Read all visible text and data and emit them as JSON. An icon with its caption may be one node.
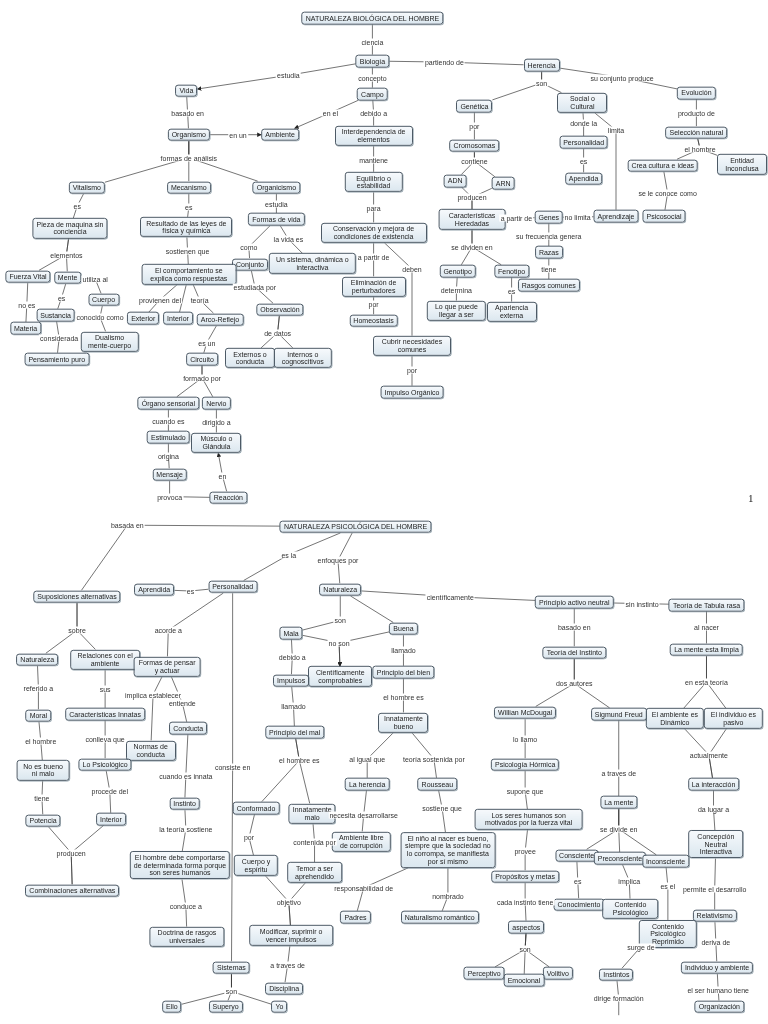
{
  "diagram": {
    "nodes": [
      {
        "text": [
          "NATURALEZA BIOLÓGICA DEL HOMBRE"
        ]
      },
      {
        "text": [
          "Biología"
        ]
      },
      {
        "text": [
          "Herencia"
        ]
      },
      {
        "text": [
          "Vida"
        ]
      },
      {
        "text": [
          "Campo"
        ]
      },
      {
        "text": [
          "Evolución"
        ]
      },
      {
        "text": [
          "Social o Cultural"
        ]
      },
      {
        "text": [
          "Genética"
        ]
      },
      {
        "text": [
          "Organismo"
        ]
      },
      {
        "text": [
          "Ambiente"
        ]
      },
      {
        "text": [
          "Interdependencia de elementos"
        ]
      },
      {
        "text": [
          "Personalidad"
        ]
      },
      {
        "text": [
          "Selección natural"
        ]
      },
      {
        "text": [
          "Cromosomas"
        ]
      },
      {
        "text": [
          "Crea cultura e ideas"
        ]
      },
      {
        "text": [
          "Entidad Inconclusa"
        ]
      },
      {
        "text": [
          "Apendida"
        ]
      },
      {
        "text": [
          "ADN"
        ]
      },
      {
        "text": [
          "ARN"
        ]
      },
      {
        "text": [
          "Equilibrio o estabilidad"
        ]
      },
      {
        "text": [
          "Vitalismo"
        ]
      },
      {
        "text": [
          "Mecanismo"
        ]
      },
      {
        "text": [
          "Organicismo"
        ]
      },
      {
        "text": [
          "Características Heredadas"
        ]
      },
      {
        "text": [
          "Genes"
        ]
      },
      {
        "text": [
          "Aprendizaje"
        ]
      },
      {
        "text": [
          "Psicosocial"
        ]
      },
      {
        "text": [
          "Formas de vida"
        ]
      },
      {
        "text": [
          "Pieza de maquina sin conciencia"
        ]
      },
      {
        "text": [
          "Resultado de las leyes de física y química"
        ]
      },
      {
        "text": [
          "Conservación y mejora de condiciones de existencia"
        ]
      },
      {
        "text": [
          "Razas"
        ]
      },
      {
        "text": [
          "Un sistema, dinámica o interactiva"
        ]
      },
      {
        "text": [
          "Conjunto"
        ]
      },
      {
        "text": [
          "Genotipo"
        ]
      },
      {
        "text": [
          "Fenotipo"
        ]
      },
      {
        "text": [
          "Fuerza Vital"
        ]
      },
      {
        "text": [
          "Mente"
        ]
      },
      {
        "text": [
          "El comportamiento se explica como respuestas"
        ]
      },
      {
        "text": [
          "Eliminación de perturbadores"
        ]
      },
      {
        "text": [
          "Rasgos comunes"
        ]
      },
      {
        "text": [
          "Cuerpo"
        ]
      },
      {
        "text": [
          "Observación"
        ]
      },
      {
        "text": [
          "Lo que puede llegar a ser"
        ]
      },
      {
        "text": [
          "Apariencia externa"
        ]
      },
      {
        "text": [
          "Sustancia"
        ]
      },
      {
        "text": [
          "Exterior"
        ]
      },
      {
        "text": [
          "Interior"
        ]
      },
      {
        "text": [
          "Arco-Reflejo"
        ]
      },
      {
        "text": [
          "Homeostasis"
        ]
      },
      {
        "text": [
          "Materia"
        ]
      },
      {
        "text": [
          "Dualismo mente-cuerpo"
        ]
      },
      {
        "text": [
          "Cubrir necesidades comunes"
        ]
      },
      {
        "text": [
          "Externos o conducta"
        ]
      },
      {
        "text": [
          "Internos o cognoscitivos"
        ]
      },
      {
        "text": [
          "Pensamiento puro"
        ]
      },
      {
        "text": [
          "Circuito"
        ]
      },
      {
        "text": [
          "Impulso Orgánico"
        ]
      },
      {
        "text": [
          "Órgano sensorial"
        ]
      },
      {
        "text": [
          "Nervio"
        ]
      },
      {
        "text": [
          "Estimulado"
        ]
      },
      {
        "text": [
          "Músculo o Glándula"
        ]
      },
      {
        "text": [
          "Mensaje"
        ]
      },
      {
        "text": [
          "Reacción"
        ]
      },
      {
        "text": [
          "NATURALEZA PSICOLÓGICA DEL HOMBRE"
        ]
      },
      {
        "text": [
          "Personalidad"
        ]
      },
      {
        "text": [
          "Aprendida"
        ]
      },
      {
        "text": [
          "Naturaleza"
        ]
      },
      {
        "text": [
          "Suposiciones alternativas"
        ]
      },
      {
        "text": [
          "Principio activo neutral"
        ]
      },
      {
        "text": [
          "Teoría de Tabula rasa"
        ]
      },
      {
        "text": [
          "Buena"
        ]
      },
      {
        "text": [
          "Mala"
        ]
      },
      {
        "text": [
          "Naturaleza"
        ]
      },
      {
        "text": [
          "Relaciones con el ambiente"
        ]
      },
      {
        "text": [
          "Formas de pensar y actuar"
        ]
      },
      {
        "text": [
          "Principio del bien"
        ]
      },
      {
        "text": [
          "Científicamente comprobables"
        ]
      },
      {
        "text": [
          "Impulsos"
        ]
      },
      {
        "text": [
          "La mente esta limpia"
        ]
      },
      {
        "text": [
          "Teoría del Instinto"
        ]
      },
      {
        "text": [
          "Willian McDougal"
        ]
      },
      {
        "text": [
          "Sigmund Freud"
        ]
      },
      {
        "text": [
          "Características Innatas"
        ]
      },
      {
        "text": [
          "Moral"
        ]
      },
      {
        "text": [
          "El ambiente es Dinámico"
        ]
      },
      {
        "text": [
          "El individuo es pasivo"
        ]
      },
      {
        "text": [
          "Innatamente bueno"
        ]
      },
      {
        "text": [
          "Conducta"
        ]
      },
      {
        "text": [
          "Principio del mal"
        ]
      },
      {
        "text": [
          "Normas de conducta"
        ]
      },
      {
        "text": [
          "Lo Psicológico"
        ]
      },
      {
        "text": [
          "Psicología Hórmica"
        ]
      },
      {
        "text": [
          "No es bueno ni malo"
        ]
      },
      {
        "text": [
          "La herencia"
        ]
      },
      {
        "text": [
          "Rousseau"
        ]
      },
      {
        "text": [
          "La interacción"
        ]
      },
      {
        "text": [
          "La mente"
        ]
      },
      {
        "text": [
          "Instinto"
        ]
      },
      {
        "text": [
          "Conformado"
        ]
      },
      {
        "text": [
          "Innatamente malo"
        ]
      },
      {
        "text": [
          "Los seres humanos son motivados por la fuerza vital"
        ]
      },
      {
        "text": [
          "Interior"
        ]
      },
      {
        "text": [
          "Potencia"
        ]
      },
      {
        "text": [
          "Ambiente libre de corrupción"
        ]
      },
      {
        "text": [
          "El niño al nacer es bueno, siempre que la sociedad no lo corrompa, se manifiesta por sí mismo"
        ]
      },
      {
        "text": [
          "Concepción Neutral Interactiva"
        ]
      },
      {
        "text": [
          "Consciente"
        ]
      },
      {
        "text": [
          "Preconsciente"
        ]
      },
      {
        "text": [
          "Inconsciente"
        ]
      },
      {
        "text": [
          "El hombre debe comportarse de determinada forma porque son seres humanos"
        ]
      },
      {
        "text": [
          "Cuerpo y espíritu"
        ]
      },
      {
        "text": [
          "Temor a ser aprehendido"
        ]
      },
      {
        "text": [
          "Propósitos y metas"
        ]
      },
      {
        "text": [
          "Combinaciones alternativas"
        ]
      },
      {
        "text": [
          "Conocimiento"
        ]
      },
      {
        "text": [
          "Contenido Psicológico"
        ]
      },
      {
        "text": [
          "Relativismo"
        ]
      },
      {
        "text": [
          "Padres"
        ]
      },
      {
        "text": [
          "Naturalismo romántico"
        ]
      },
      {
        "text": [
          "Contenido Psicológico Reprimido"
        ]
      },
      {
        "text": [
          "aspectos"
        ]
      },
      {
        "text": [
          "Doctrina de rasgos universales"
        ]
      },
      {
        "text": [
          "Modificar, suprimir o vencer impulsos"
        ]
      },
      {
        "text": [
          "Individuo y ambiente"
        ]
      },
      {
        "text": [
          "Sistemas"
        ]
      },
      {
        "text": [
          "Perceptivo"
        ]
      },
      {
        "text": [
          "Volitivo"
        ]
      },
      {
        "text": [
          "Emocional"
        ]
      },
      {
        "text": [
          "Instintos"
        ]
      },
      {
        "text": [
          "Disciplina"
        ]
      },
      {
        "text": [
          "Ello"
        ]
      },
      {
        "text": [
          "Superyo"
        ]
      },
      {
        "text": [
          "Yo"
        ]
      },
      {
        "text": [
          "Organización"
        ]
      }
    ],
    "edges": [
      {
        "from": 0,
        "to": 1,
        "arrow": "none",
        "label": "ciencia"
      },
      {
        "from": 1,
        "to": 3,
        "arrow": "to",
        "label": "estudia"
      },
      {
        "from": 1,
        "to": 4,
        "arrow": "none",
        "label": "concepto"
      },
      {
        "from": 1,
        "to": 2,
        "arrow": "none",
        "label": "partiendo de"
      },
      {
        "from": 3,
        "to": 8,
        "arrow": "none",
        "label": "basado en"
      },
      {
        "from": 8,
        "to": 9,
        "arrow": "to",
        "label": "en un"
      },
      {
        "from": 4,
        "to": 9,
        "arrow": "to",
        "label": "en el"
      },
      {
        "from": 4,
        "to": 10,
        "arrow": "none",
        "label": "debido a"
      },
      {
        "from": 10,
        "to": 19,
        "arrow": "none",
        "label": "mantiene"
      },
      {
        "from": 19,
        "to": 30,
        "arrow": "none",
        "label": "para"
      },
      {
        "from": 30,
        "to": 39,
        "arrow": "none",
        "label": "a partir de"
      },
      {
        "from": 30,
        "to": 52,
        "arrow": "none",
        "label": "deben"
      },
      {
        "from": 39,
        "to": 49,
        "arrow": "none",
        "label": "por"
      },
      {
        "from": 52,
        "to": 57,
        "arrow": "none",
        "label": "por"
      },
      {
        "from": 8,
        "to": 20,
        "arrow": "none",
        "label": "formas de análisis"
      },
      {
        "from": 8,
        "to": 21,
        "arrow": "none"
      },
      {
        "from": 8,
        "to": 22,
        "arrow": "none"
      },
      {
        "from": 20,
        "to": 28,
        "arrow": "none",
        "label": "es"
      },
      {
        "from": 21,
        "to": 29,
        "arrow": "none",
        "label": "es"
      },
      {
        "from": 22,
        "to": 27,
        "arrow": "none",
        "label": "estudia"
      },
      {
        "from": 28,
        "to": 36,
        "arrow": "none",
        "label": "elementos"
      },
      {
        "from": 28,
        "to": 37,
        "arrow": "none"
      },
      {
        "from": 37,
        "to": 41,
        "arrow": "none",
        "label": "utiliza al"
      },
      {
        "from": 36,
        "to": 50,
        "arrow": "none",
        "label": "no es"
      },
      {
        "from": 37,
        "to": 45,
        "arrow": "none",
        "label": "es"
      },
      {
        "from": 41,
        "to": 51,
        "arrow": "none",
        "label": "conocido como"
      },
      {
        "from": 45,
        "to": 55,
        "arrow": "none",
        "label": "considerada"
      },
      {
        "from": 29,
        "to": 38,
        "arrow": "none",
        "label": "sostienen que"
      },
      {
        "from": 38,
        "to": 46,
        "arrow": "none",
        "label": "provienen del"
      },
      {
        "from": 38,
        "to": 47,
        "arrow": "none"
      },
      {
        "from": 38,
        "to": 48,
        "arrow": "none",
        "label": "teoría"
      },
      {
        "from": 48,
        "to": 56,
        "arrow": "none",
        "label": "es un"
      },
      {
        "from": 56,
        "to": 58,
        "arrow": "none",
        "label": "formado por"
      },
      {
        "from": 56,
        "to": 59,
        "arrow": "none"
      },
      {
        "from": 58,
        "to": 60,
        "arrow": "none",
        "label": "cuando es"
      },
      {
        "from": 59,
        "to": 61,
        "arrow": "none",
        "label": "dirigido a"
      },
      {
        "from": 60,
        "to": 62,
        "arrow": "none",
        "label": "origina"
      },
      {
        "from": 62,
        "to": 63,
        "arrow": "none",
        "label": "provoca"
      },
      {
        "from": 63,
        "to": 61,
        "arrow": "to",
        "label": "en"
      },
      {
        "from": 27,
        "to": 33,
        "arrow": "none",
        "label": "como"
      },
      {
        "from": 27,
        "to": 32,
        "arrow": "none",
        "label": "la vida es"
      },
      {
        "from": 33,
        "to": 42,
        "arrow": "none",
        "label": "estudiada por"
      },
      {
        "from": 42,
        "to": 53,
        "arrow": "none",
        "label": "de datos"
      },
      {
        "from": 42,
        "to": 54,
        "arrow": "none"
      },
      {
        "from": 2,
        "to": 7,
        "arrow": "none",
        "label": "son"
      },
      {
        "from": 2,
        "to": 6,
        "arrow": "none"
      },
      {
        "from": 2,
        "to": 5,
        "arrow": "none",
        "label": "su conjunto produce"
      },
      {
        "from": 7,
        "to": 13,
        "arrow": "none",
        "label": "por"
      },
      {
        "from": 13,
        "to": 17,
        "arrow": "none",
        "label": "contiene"
      },
      {
        "from": 13,
        "to": 18,
        "arrow": "none"
      },
      {
        "from": 17,
        "to": 23,
        "arrow": "none",
        "label": "producen"
      },
      {
        "from": 18,
        "to": 23,
        "arrow": "none"
      },
      {
        "from": 23,
        "to": 24,
        "arrow": "none",
        "label": "a partir de"
      },
      {
        "from": 24,
        "to": 25,
        "arrow": "none",
        "label": "no limita"
      },
      {
        "from": 6,
        "to": 11,
        "arrow": "none",
        "label": "donde la"
      },
      {
        "from": 6,
        "to": 25,
        "arrow": "none",
        "label": "limita"
      },
      {
        "from": 11,
        "to": 16,
        "arrow": "none",
        "label": "es"
      },
      {
        "from": 23,
        "to": 34,
        "arrow": "none",
        "label": "se dividen en"
      },
      {
        "from": 23,
        "to": 35,
        "arrow": "none"
      },
      {
        "from": 34,
        "to": 43,
        "arrow": "none",
        "label": "determina"
      },
      {
        "from": 35,
        "to": 44,
        "arrow": "none",
        "label": "es"
      },
      {
        "from": 24,
        "to": 31,
        "arrow": "none",
        "label": "su frecuencia genera"
      },
      {
        "from": 31,
        "to": 40,
        "arrow": "none",
        "label": "tiene"
      },
      {
        "from": 5,
        "to": 12,
        "arrow": "none",
        "label": "producto de"
      },
      {
        "from": 12,
        "to": 14,
        "arrow": "none",
        "label": "el hombre"
      },
      {
        "from": 12,
        "to": 15,
        "arrow": "none"
      },
      {
        "from": 14,
        "to": 26,
        "arrow": "none",
        "label": "se le conoce como"
      },
      {
        "from": 64,
        "to": 68,
        "arrow": "none",
        "label": "basada en"
      },
      {
        "from": 64,
        "to": 65,
        "arrow": "none",
        "label": "es la"
      },
      {
        "from": 64,
        "to": 67,
        "arrow": "none",
        "label": "enfoques por"
      },
      {
        "from": 68,
        "to": 73,
        "arrow": "none",
        "label": "sobre"
      },
      {
        "from": 68,
        "to": 74,
        "arrow": "none"
      },
      {
        "from": 66,
        "to": 65,
        "arrow": "none",
        "label": "es"
      },
      {
        "from": 65,
        "to": 75,
        "arrow": "none",
        "label": "acorde a"
      },
      {
        "from": 65,
        "to": 125,
        "arrow": "none",
        "label": "consiste en"
      },
      {
        "from": 67,
        "to": 72,
        "arrow": "none",
        "label": "son"
      },
      {
        "from": 67,
        "to": 71,
        "arrow": "none"
      },
      {
        "from": 72,
        "to": 77,
        "arrow": "to",
        "label": "no son"
      },
      {
        "from": 71,
        "to": 77,
        "arrow": "to"
      },
      {
        "from": 67,
        "to": 69,
        "arrow": "none",
        "label": "científicamente"
      },
      {
        "from": 69,
        "to": 70,
        "arrow": "none",
        "label": "sin instinto"
      },
      {
        "from": 69,
        "to": 80,
        "arrow": "none",
        "label": "basado en"
      },
      {
        "from": 80,
        "to": 81,
        "arrow": "none",
        "label": "dos autores"
      },
      {
        "from": 80,
        "to": 82,
        "arrow": "none"
      },
      {
        "from": 70,
        "to": 79,
        "arrow": "none",
        "label": "al nacer"
      },
      {
        "from": 79,
        "to": 85,
        "arrow": "none",
        "label": "en esta teoría"
      },
      {
        "from": 79,
        "to": 86,
        "arrow": "none"
      },
      {
        "from": 85,
        "to": 96,
        "arrow": "none",
        "label": "actualmente"
      },
      {
        "from": 86,
        "to": 96,
        "arrow": "none"
      },
      {
        "from": 96,
        "to": 106,
        "arrow": "none",
        "label": "da lugar a"
      },
      {
        "from": 106,
        "to": 117,
        "arrow": "none",
        "label": "permite el desarrollo"
      },
      {
        "from": 117,
        "to": 124,
        "arrow": "none",
        "label": "deriva de"
      },
      {
        "from": 124,
        "to": 134,
        "arrow": "none",
        "label": "el ser humano tiene"
      },
      {
        "from": 73,
        "to": 84,
        "arrow": "none",
        "label": "referido a"
      },
      {
        "from": 74,
        "to": 83,
        "arrow": "none",
        "label": "sus"
      },
      {
        "from": 75,
        "to": 90,
        "arrow": "none",
        "label": "implica establecer"
      },
      {
        "from": 75,
        "to": 88,
        "arrow": "none",
        "label": "entiende"
      },
      {
        "from": 72,
        "to": 78,
        "arrow": "none",
        "label": "debido a"
      },
      {
        "from": 71,
        "to": 76,
        "arrow": "none",
        "label": "llamado"
      },
      {
        "from": 84,
        "to": 93,
        "arrow": "none",
        "label": "el hombre"
      },
      {
        "from": 83,
        "to": 91,
        "arrow": "none",
        "label": "conlleva que"
      },
      {
        "from": 88,
        "to": 98,
        "arrow": "none",
        "label": "cuando es innata"
      },
      {
        "from": 78,
        "to": 89,
        "arrow": "none",
        "label": "llamado"
      },
      {
        "from": 76,
        "to": 87,
        "arrow": "none",
        "label": "el hombre es"
      },
      {
        "from": 81,
        "to": 92,
        "arrow": "none",
        "label": "lo llamo"
      },
      {
        "from": 82,
        "to": 97,
        "arrow": "none",
        "label": "a traves de"
      },
      {
        "from": 93,
        "to": 103,
        "arrow": "none",
        "label": "tiene"
      },
      {
        "from": 91,
        "to": 102,
        "arrow": "none",
        "label": "procede del"
      },
      {
        "from": 89,
        "to": 99,
        "arrow": "none",
        "label": "el hombre es"
      },
      {
        "from": 89,
        "to": 100,
        "arrow": "none"
      },
      {
        "from": 87,
        "to": 94,
        "arrow": "none",
        "label": "al igual que"
      },
      {
        "from": 87,
        "to": 95,
        "arrow": "none",
        "label": "teoría sostenida por"
      },
      {
        "from": 92,
        "to": 101,
        "arrow": "none",
        "label": "supone que"
      },
      {
        "from": 97,
        "to": 107,
        "arrow": "none",
        "label": "se divide en"
      },
      {
        "from": 97,
        "to": 108,
        "arrow": "none"
      },
      {
        "from": 97,
        "to": 109,
        "arrow": "none"
      },
      {
        "from": 98,
        "to": 110,
        "arrow": "none",
        "label": "la teoría sostiene"
      },
      {
        "from": 103,
        "to": 114,
        "arrow": "none",
        "label": "producen"
      },
      {
        "from": 102,
        "to": 114,
        "arrow": "none"
      },
      {
        "from": 94,
        "to": 104,
        "arrow": "none",
        "label": "necesita desarrollarse"
      },
      {
        "from": 95,
        "to": 105,
        "arrow": "none",
        "label": "sostiene que"
      },
      {
        "from": 101,
        "to": 113,
        "arrow": "none",
        "label": "provee"
      },
      {
        "from": 107,
        "to": 115,
        "arrow": "none",
        "label": "es"
      },
      {
        "from": 108,
        "to": 116,
        "arrow": "none",
        "label": "implica"
      },
      {
        "from": 109,
        "to": 120,
        "arrow": "none",
        "label": "es el"
      },
      {
        "from": 99,
        "to": 111,
        "arrow": "none",
        "label": "por"
      },
      {
        "from": 100,
        "to": 112,
        "arrow": "none",
        "label": "contenida por"
      },
      {
        "from": 111,
        "to": 123,
        "arrow": "none",
        "label": "objetivo"
      },
      {
        "from": 112,
        "to": 123,
        "arrow": "none"
      },
      {
        "from": 110,
        "to": 122,
        "arrow": "none",
        "label": "conduce a"
      },
      {
        "from": 105,
        "to": 118,
        "arrow": "none",
        "label": "responsabilidad de"
      },
      {
        "from": 105,
        "to": 119,
        "arrow": "none",
        "label": "nombrado"
      },
      {
        "from": 113,
        "to": 121,
        "arrow": "none",
        "label": "cada instinto tiene"
      },
      {
        "from": 121,
        "to": 126,
        "arrow": "none",
        "label": "son"
      },
      {
        "from": 121,
        "to": 128,
        "arrow": "none"
      },
      {
        "from": 121,
        "to": 127,
        "arrow": "none"
      },
      {
        "from": 123,
        "to": 130,
        "arrow": "none",
        "label": "a traves de"
      },
      {
        "from": 120,
        "to": 129,
        "arrow": "none",
        "label": "surge de"
      },
      {
        "from": 129,
        "to": null,
        "arrow": "none",
        "label": "dirige formación"
      },
      {
        "from": 125,
        "to": 131,
        "arrow": "none",
        "label": "son"
      },
      {
        "from": 125,
        "to": 132,
        "arrow": "none"
      },
      {
        "from": 125,
        "to": 133,
        "arrow": "none"
      }
    ],
    "labels": [
      "1"
    ]
  }
}
